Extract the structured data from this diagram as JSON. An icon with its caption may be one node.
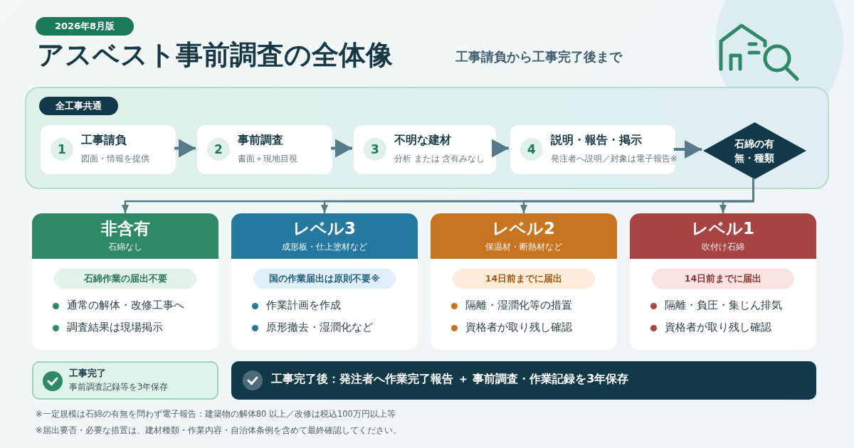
{
  "diagram": {
    "title": "アスベスト事前調査の全体像",
    "nodes": [
      {
        "text": [
          "全工事共通"
        ]
      },
      {
        "text": [
          "1",
          "工事請負",
          "図面・情報を提供"
        ],
        "in": 0
      },
      {
        "text": [
          "2",
          "事前調査",
          "書面＋現地目視"
        ],
        "in": 0
      },
      {
        "text": [
          "3",
          "不明な建材",
          "分析 または 含有みなし"
        ],
        "in": 0
      },
      {
        "text": [
          "4",
          "説明・報告・掲示",
          "発注者へ説明／対象は電子報告※"
        ],
        "in": 0
      },
      {
        "text": [
          "石綿の有無・種類"
        ],
        "in": 0
      },
      {
        "text": [
          "非含有",
          "石綿なし",
          "石綿作業の届出不要",
          "通常の解体・改修工事へ",
          "調査結果は現場掲示"
        ]
      },
      {
        "text": [
          "レベル3",
          "成形板・仕上塗材など",
          "国の作業届出は原則不要※",
          "作業計画を作成",
          "原形撤去・湿潤化など"
        ]
      },
      {
        "text": [
          "レベル2",
          "保温材・断熱材など",
          "14日前までに届出",
          "隔離・湿潤化等の措置",
          "資格者が取り残し確認"
        ]
      },
      {
        "text": [
          "レベル1",
          "吹付け石綿",
          "14日前までに届出",
          "隔離・負圧・集じん排気",
          "資格者が取り残し確認"
        ]
      },
      {
        "text": [
          "工事完了",
          "事前調査記録等を3年保存"
        ]
      },
      {
        "text": [
          "工事完了後：発注者へ作業完了報告 ＋ 事前調査・作業記録を3年保存"
        ]
      }
    ],
    "edges": [
      {
        "from": 1,
        "to": 2,
        "arrow": "to"
      },
      {
        "from": 2,
        "to": 3,
        "arrow": "to"
      },
      {
        "from": 3,
        "to": 4,
        "arrow": "to"
      },
      {
        "from": 4,
        "to": 5,
        "arrow": "to"
      },
      {
        "from": 5,
        "to": 6,
        "arrow": "to"
      },
      {
        "from": 5,
        "to": 7,
        "arrow": "to"
      },
      {
        "from": 5,
        "to": 8,
        "arrow": "to"
      },
      {
        "from": 5,
        "to": 9,
        "arrow": "to"
      }
    ],
    "labels": [
      "2026年8月版",
      "工事請負から工事完了後まで",
      "※一定規模は石綿の有無を問わず電子報告：建築物の解体80 以上／改修は税込100万円以上等",
      "※届出要否・必要な措置は、建材種類・作業内容・自治体条例を含めて最終確認してください。"
    ]
  }
}
